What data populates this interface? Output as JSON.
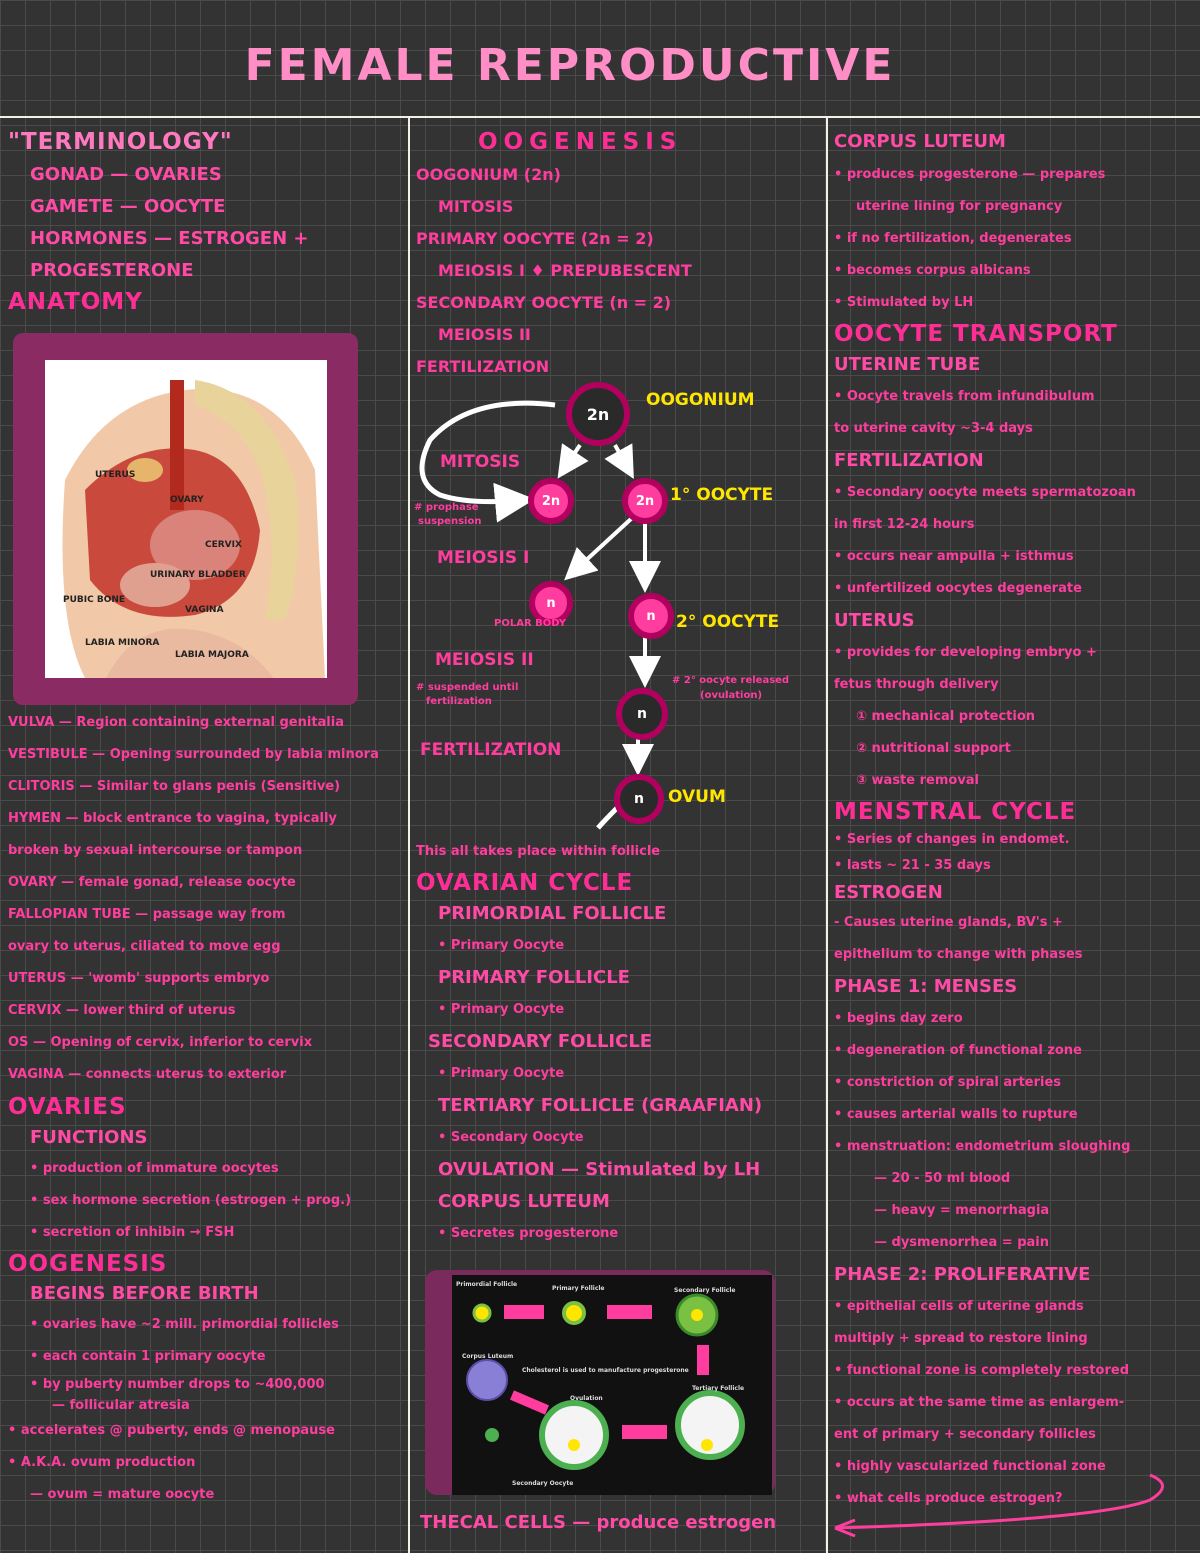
{
  "title": "FEMALE REPRODUCTIVE",
  "col1": {
    "terminology": "\"TERMINOLOGY\"",
    "term_lines": [
      "GONAD — OVARIES",
      "GAMETE — OOCYTE",
      "HORMONES — ESTROGEN +",
      "PROGESTERONE"
    ],
    "anatomy": "ANATOMY",
    "anat_labels": [
      "UTERUS",
      "OVARY",
      "URINARY BLADDER",
      "PUBIC BONE",
      "LABIA MINORA",
      "LABIA MAJORA",
      "CERVIX",
      "VAGINA"
    ],
    "defs": [
      "VULVA — Region containing external genitalia",
      "VESTIBULE — Opening surrounded by labia minora",
      "CLITORIS — Similar to glans penis (Sensitive)",
      "HYMEN — block entrance to vagina, typically",
      "broken by sexual intercourse or tampon",
      "OVARY — female gonad, release oocyte",
      "FALLOPIAN TUBE — passage way from",
      "ovary to uterus, ciliated to move egg",
      "UTERUS — 'womb' supports embryo",
      "CERVIX — lower third of uterus",
      "OS — Opening of cervix, inferior to cervix",
      "VAGINA — connects uterus to exterior"
    ],
    "ovaries": "OVARIES",
    "functions": "FUNCTIONS",
    "func_lines": [
      "• production of immature oocytes",
      "• sex hormone secretion (estrogen + prog.)",
      "• secretion of inhibin → FSH"
    ],
    "oogenesis": "OOGENESIS",
    "begins": "BEGINS BEFORE BIRTH",
    "oog_lines": [
      "• ovaries have ~2 mill. primordial follicles",
      "• each contain 1 primary oocyte",
      "• by puberty number drops to ~400,000"
    ],
    "atresia": "— follicular atresia",
    "more_lines": [
      "• accelerates @ puberty, ends @ menopause",
      "• A.K.A. ovum production"
    ],
    "last": "— ovum = mature oocyte"
  },
  "col2": {
    "heading": "OOGENESIS",
    "lines": [
      "OOGONIUM (2n)",
      "MITOSIS",
      "PRIMARY OOCYTE (2n = 2)",
      "MEIOSIS I     ♦ PREPUBESCENT",
      "SECONDARY OOCYTE (n = 2)",
      "MEIOSIS II",
      "FERTILIZATION"
    ],
    "diagram": {
      "c_top": "2n",
      "c_left": "2n",
      "c_right": "2n",
      "c_pb": "n",
      "c_sec": "n",
      "c_mid": "n",
      "c_ovum": "n",
      "oogonium": "OOGONIUM",
      "primary": "1° OOCYTE",
      "secondary": "2° OOCYTE",
      "ovum": "OVUM",
      "mitosis": "MITOSIS",
      "meiosis1": "MEIOSIS I",
      "meiosis2": "MEIOSIS II",
      "fert": "FERTILIZATION",
      "polar": "POLAR BODY",
      "prophase": "# prophase",
      "suspension": "suspension",
      "suspended": "# suspended until",
      "fertilization": "fertilization",
      "released": "# 2° oocyte released",
      "ovulation": "(ovulation)"
    },
    "note": "This all takes place within follicle",
    "ovarian": "OVARIAN CYCLE",
    "cycle": [
      {
        "head": "PRIMORDIAL FOLLICLE",
        "sub": "• Primary Oocyte"
      },
      {
        "head": "PRIMARY FOLLICLE",
        "sub": "• Primary Oocyte"
      },
      {
        "head": "SECONDARY FOLLICLE",
        "sub": "• Primary Oocyte"
      },
      {
        "head": "TERTIARY FOLLICLE (GRAAFIAN)",
        "sub": "• Secondary Oocyte"
      }
    ],
    "ovulation_head": "OVULATION — Stimulated by LH",
    "corpus_head": "CORPUS LUTEUM",
    "corpus_sub": "• Secretes progesterone",
    "img_labels": [
      "Primordial Follicle",
      "Primary Follicle",
      "Secondary Follicle",
      "Corpus Luteum",
      "Tertiary Follicle",
      "Ovulation",
      "Secondary Oocyte",
      "Cholesterol is used to manufacture progesterone"
    ],
    "bottom": "THECAL CELLS — produce estrogen"
  },
  "col3": {
    "corpus": "CORPUS LUTEUM",
    "corpus_lines": [
      "• produces progesterone — prepares",
      "uterine lining for pregnancy",
      "• if no fertilization, degenerates",
      "• becomes corpus albicans",
      "• Stimulated by LH"
    ],
    "transport": "OOCYTE TRANSPORT",
    "tube": "UTERINE TUBE",
    "tube_lines": [
      "• Oocyte travels from infundibulum",
      "to uterine cavity ~3-4 days"
    ],
    "fert": "FERTILIZATION",
    "fert_lines": [
      "• Secondary oocyte meets spermatozoan",
      "in first 12-24 hours",
      "• occurs near ampulla + isthmus",
      "• unfertilized oocytes degenerate"
    ],
    "uterus": "UTERUS",
    "uterus_lines": [
      "• provides for developing embryo +",
      "fetus through delivery",
      "① mechanical protection",
      "② nutritional support",
      "③ waste removal"
    ],
    "menstral": "MENSTRAL CYCLE",
    "mens_lines": [
      "• Series of changes in endomet.",
      "• lasts ~ 21 - 35 days"
    ],
    "estrogen": "ESTROGEN",
    "est_lines": [
      "- Causes uterine glands, BV's +",
      "epithelium to change with phases"
    ],
    "phase1": "PHASE 1: MENSES",
    "phase1_lines": [
      "• begins day zero",
      "• degeneration of functional zone",
      "• constriction of spiral arteries",
      "• causes arterial walls to rupture",
      "• menstruation: endometrium sloughing"
    ],
    "phase1_sub": [
      "— 20 - 50 ml blood",
      "— heavy = menorrhagia",
      "— dysmenorrhea = pain"
    ],
    "phase2": "PHASE 2: PROLIFERATIVE",
    "phase2_lines": [
      "• epithelial cells of uterine glands",
      "multiply + spread to restore lining",
      "• functional zone is completely restored",
      "• occurs at the same time as enlargem-",
      "ent of primary + secondary follicles",
      "• highly vascularized functional zone",
      "• what cells produce estrogen?"
    ]
  }
}
